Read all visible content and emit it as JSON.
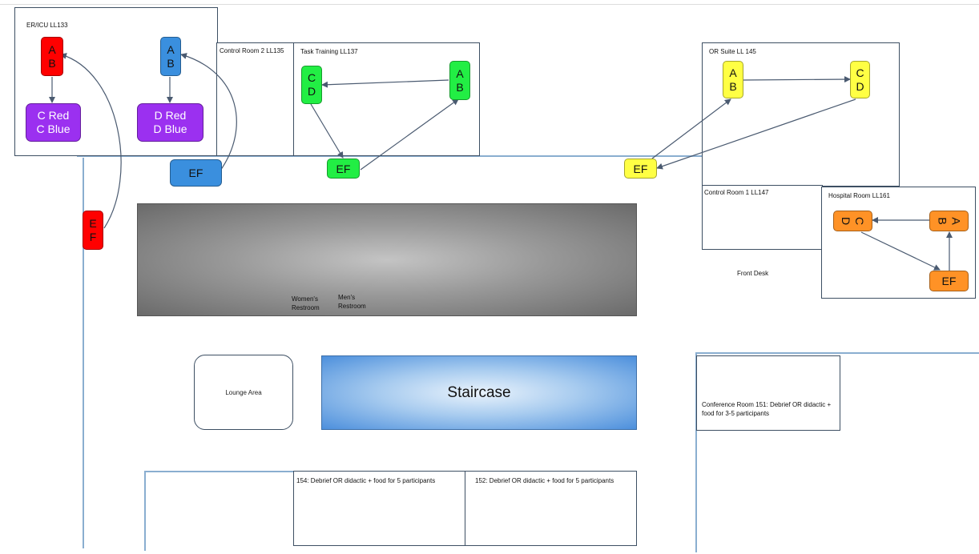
{
  "rooms": {
    "er_icu": "ER/ICU LL133",
    "control2": "Control Room 2 LL135",
    "task_training": "Task Training LL137",
    "or_suite": "OR Suite LL 145",
    "control1": "Control Room 1 LL147",
    "hospital": "Hospital Room LL161",
    "front_desk": "Front Desk",
    "lounge": "Lounge Area",
    "staircase": "Staircase",
    "womens": "Women's Restroom",
    "mens": "Men's Restroom",
    "conference": "Conference Room 151: Debrief OR didactic + food for 3-5 participants",
    "room154": "154: Debrief OR didactic + food for 5 participants",
    "room152": "152: Debrief OR didactic + food for 5 participants"
  },
  "nodes": {
    "er_ab": [
      "A",
      "B"
    ],
    "er_ab2": [
      "A",
      "B"
    ],
    "er_cred": [
      "C Red",
      "C Blue"
    ],
    "er_dred": [
      "D Red",
      "D Blue"
    ],
    "er_ef_blue": "EF",
    "er_ef_red": [
      "E",
      "F"
    ],
    "task_cd": [
      "C",
      "D"
    ],
    "task_ab": [
      "A",
      "B"
    ],
    "task_ef": "EF",
    "or_ab": [
      "A",
      "B"
    ],
    "or_cd": [
      "C",
      "D"
    ],
    "or_ef": "EF",
    "hosp_cd": [
      "C",
      "D"
    ],
    "hosp_ab": [
      "A",
      "B"
    ],
    "hosp_ef": "EF"
  },
  "colors": {
    "red": "#ff0000",
    "blue": "#3a8fde",
    "purple": "#9b30f0",
    "green": "#22ee44",
    "yellow": "#ffff44",
    "orange": "#ff9226",
    "arrow": "#4a5a70"
  }
}
